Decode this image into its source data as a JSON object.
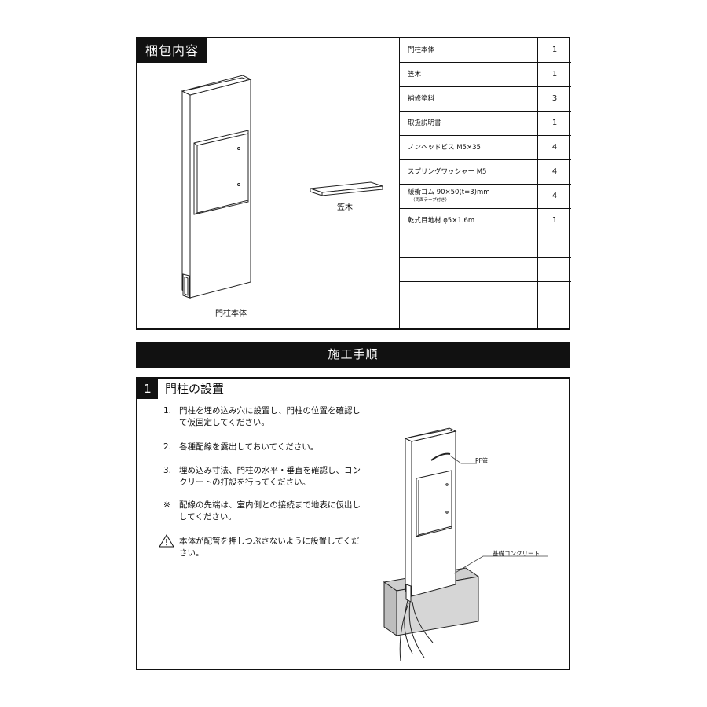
{
  "package": {
    "title": "梱包内容",
    "cap_label": "笠木",
    "post_label": "門柱本体",
    "parts": [
      {
        "name": "門柱本体",
        "qty": "1"
      },
      {
        "name": "笠木",
        "qty": "1"
      },
      {
        "name": "補修塗料",
        "qty": "3"
      },
      {
        "name": "取扱説明書",
        "qty": "1"
      },
      {
        "name": "ノンヘッドビス M5×35",
        "qty": "4"
      },
      {
        "name": "スプリングワッシャー M5",
        "qty": "4"
      },
      {
        "name": "緩衝ゴム 90×50(t=3)mm",
        "sub": "（両面テープ付き）",
        "qty": "4"
      },
      {
        "name": "乾式目地材 φ5×1.6m",
        "qty": "1"
      },
      {
        "name": "",
        "qty": ""
      },
      {
        "name": "",
        "qty": ""
      },
      {
        "name": "",
        "qty": ""
      },
      {
        "name": "",
        "qty": ""
      }
    ]
  },
  "procedure": {
    "title": "施工手順"
  },
  "step1": {
    "number": "1",
    "title": "門柱の設置",
    "instructions": [
      {
        "mark": "1.",
        "text": "門柱を埋め込み穴に設置し、門柱の位置を確認して仮固定してください。"
      },
      {
        "mark": "2.",
        "text": "各種配線を露出しておいてください。"
      },
      {
        "mark": "3.",
        "text": "埋め込み寸法、門柱の水平・垂直を確認し、コンクリートの打設を行ってください。"
      },
      {
        "mark": "※",
        "text": "配線の先端は、室内側との接続まで地表に仮出ししてください。"
      },
      {
        "mark": "warning-icon",
        "text": "本体が配管を押しつぶさないように設置してください。"
      }
    ],
    "callouts": {
      "pf_pipe": "PF管",
      "foundation": "基礎コンクリート"
    }
  }
}
